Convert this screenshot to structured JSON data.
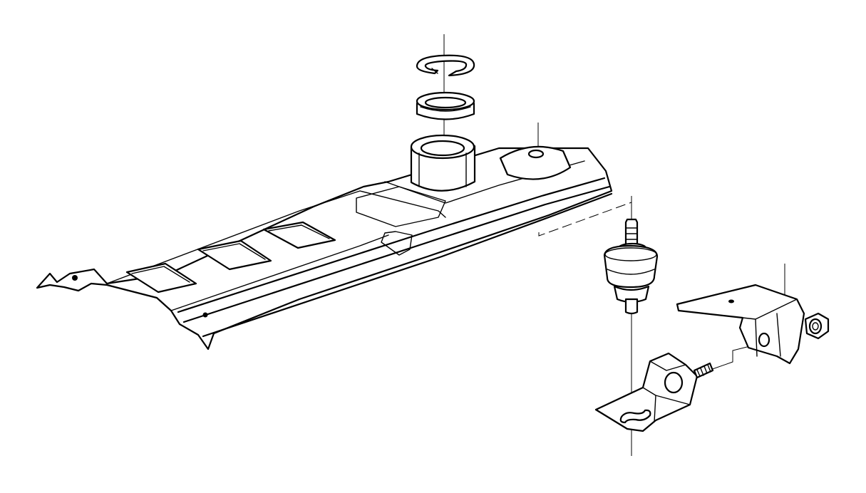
{
  "diagram": {
    "background": "#ffffff",
    "line_color": "#000000",
    "parts": [
      {
        "id": "circlip",
        "icon": "snap-ring-icon"
      },
      {
        "id": "bushing",
        "icon": "rubber-bushing-icon"
      },
      {
        "id": "tunnel-plate",
        "icon": "tunnel-reinforcement-plate-icon"
      },
      {
        "id": "rubber-mount",
        "icon": "rubber-mount-icon"
      },
      {
        "id": "angle-bracket",
        "icon": "angle-bracket-icon"
      },
      {
        "id": "holder-bracket",
        "icon": "holder-bracket-icon"
      },
      {
        "id": "bolt",
        "icon": "bolt-icon"
      },
      {
        "id": "hex-nut",
        "icon": "hex-nut-icon"
      }
    ]
  }
}
